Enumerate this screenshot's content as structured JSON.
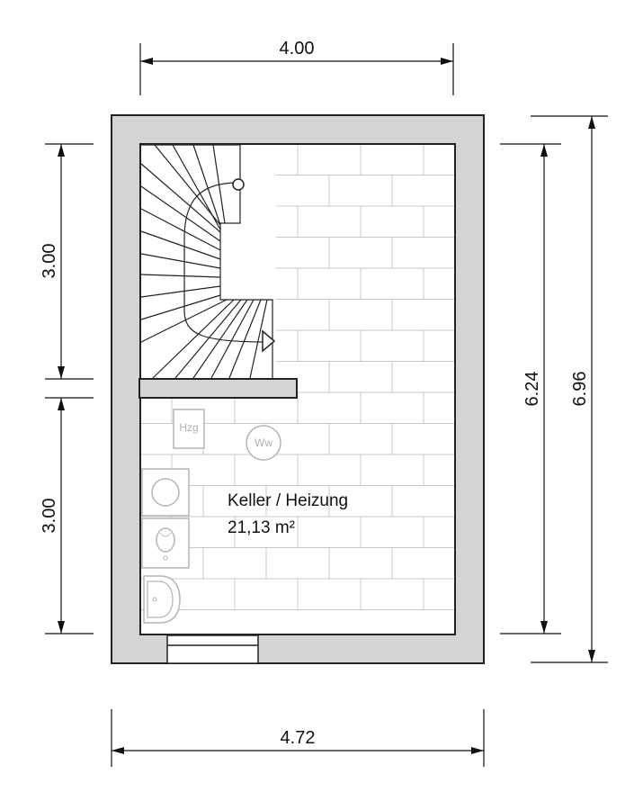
{
  "dimensions": {
    "top_width": "4.00",
    "bottom_width": "4.72",
    "left_upper": "3.00",
    "left_lower": "3.00",
    "right_inner": "6.24",
    "right_outer": "6.96"
  },
  "room": {
    "name": "Keller / Heizung",
    "area": "21,13 m²"
  },
  "symbols": {
    "heating": "Hzg",
    "water_heater": "Ww"
  },
  "colors": {
    "wall_fill": "#d4d4d4",
    "wall_stroke": "#222222",
    "tile_line": "#c8c8c8",
    "dimension_line": "#111111",
    "fixture_line": "#b5b5b5"
  }
}
